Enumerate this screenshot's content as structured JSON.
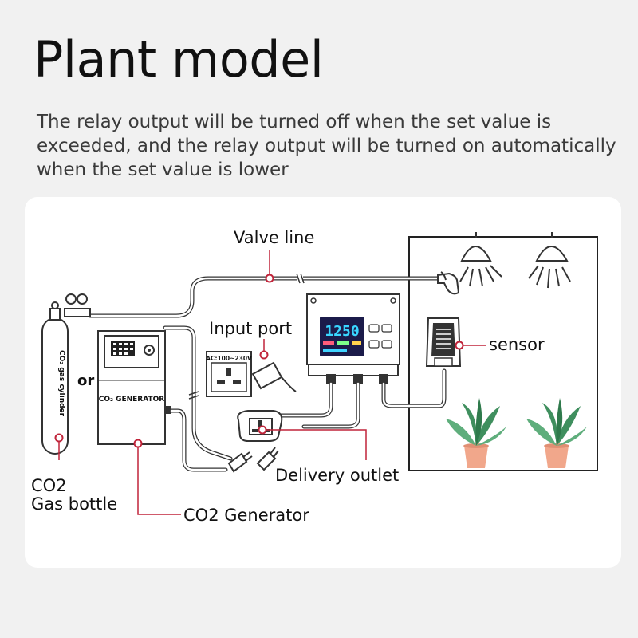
{
  "header": {
    "title": "Plant model",
    "description_lines": [
      "The relay output will be turned off when the set value is",
      "exceeded, and the relay output will be turned on automatically",
      " when the set value is lower"
    ]
  },
  "diagram": {
    "labels": {
      "valve_line": "Valve line",
      "input_port": "Input port",
      "sensor": "sensor",
      "or": "or",
      "co2_bottle_line1": "CO2",
      "co2_bottle_line2": "Gas bottle",
      "co2_generator": "CO2  Generator",
      "delivery_outlet": "Delivery outlet"
    },
    "device_text": {
      "cylinder": "CO₂ gas cylinder",
      "generator_panel": "CO₂ GENERATOR",
      "socket_voltage": "AC:100~230V",
      "controller_display": "1250"
    },
    "colors": {
      "callout": "#c0243a",
      "pot": "#f1a78b",
      "leaf": "#3f8f5e",
      "display": "#1b1b4a"
    }
  }
}
